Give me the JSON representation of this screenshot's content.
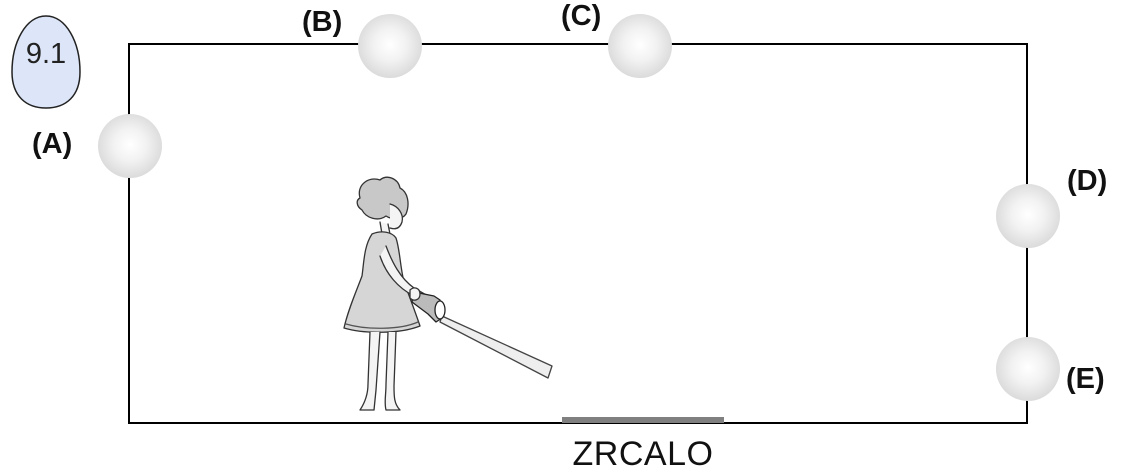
{
  "badge": {
    "label": "9.1"
  },
  "mirror": {
    "label": "ZRCALO"
  },
  "lamps": [
    {
      "id": "A",
      "label": "(A)"
    },
    {
      "id": "B",
      "label": "(B)"
    },
    {
      "id": "C",
      "label": "(C)"
    },
    {
      "id": "D",
      "label": "(D)"
    },
    {
      "id": "E",
      "label": "(E)"
    }
  ],
  "colors": {
    "badge_fill": "#dde6f8",
    "mirror": "#808080",
    "outline": "#000000"
  },
  "icons": {
    "girl": "girl-with-flashlight-icon"
  }
}
